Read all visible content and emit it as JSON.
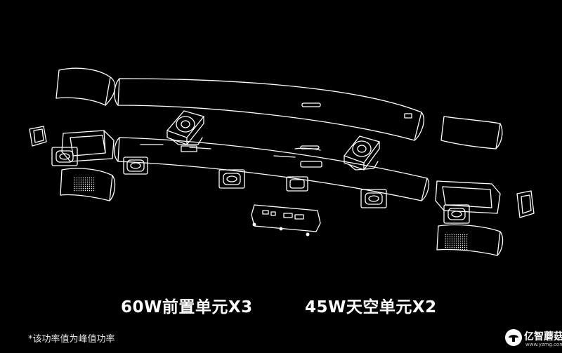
{
  "captions": {
    "left": "60W前置单元X3",
    "right": "45W天空单元X2"
  },
  "footnote": "*该功率值为峰值功率",
  "watermark": {
    "name": "亿智蘑菇",
    "url": "www.yzmg.com"
  },
  "colors": {
    "background": "#000000",
    "line": "#ffffff"
  }
}
